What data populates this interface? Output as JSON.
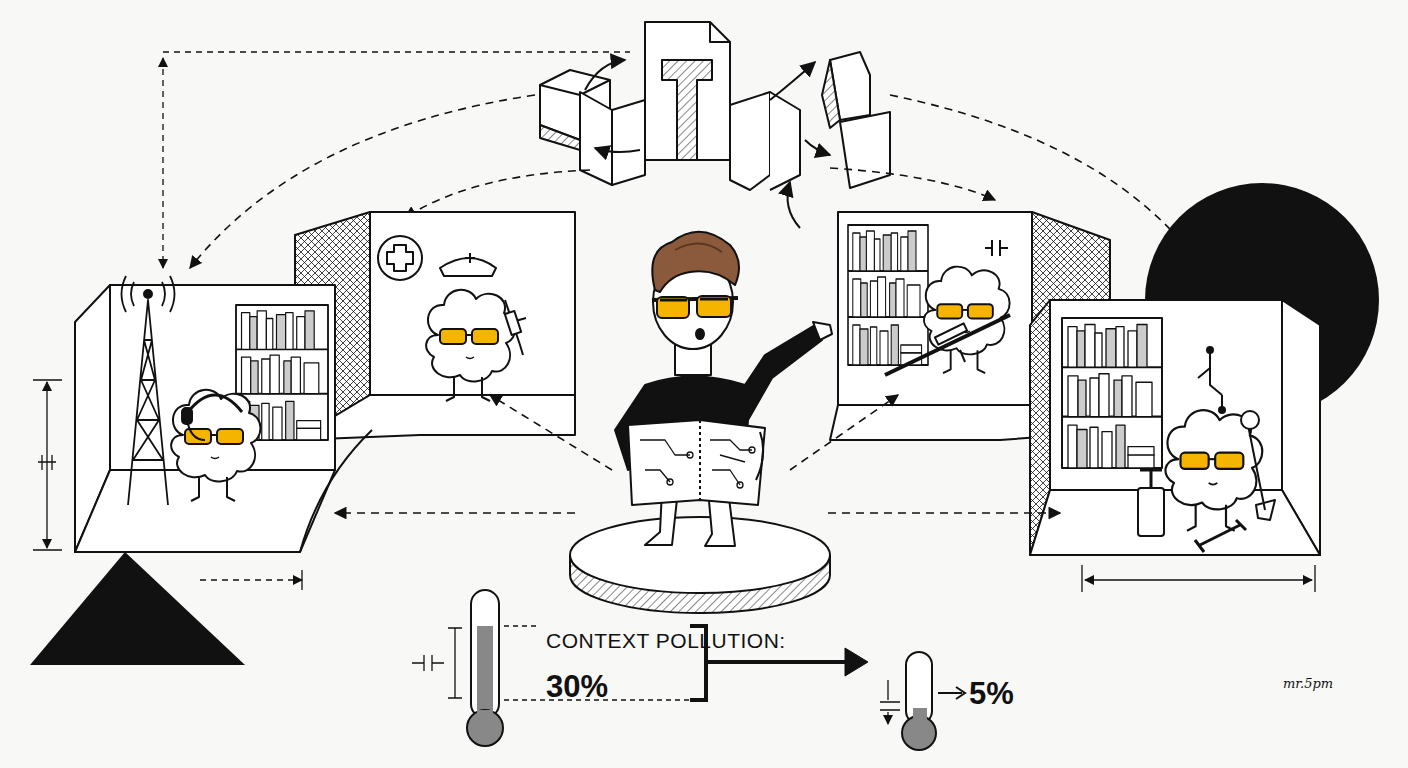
{
  "diagram": {
    "labels": [
      "CONTEXT POLLUTION:",
      "30%",
      "5%",
      "mr.5pm"
    ]
  }
}
